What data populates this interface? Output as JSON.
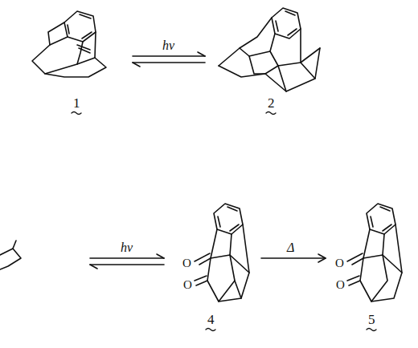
{
  "diagram": {
    "labels": [
      "hν",
      "1",
      "2",
      "hν",
      "O",
      "O",
      "4",
      "Δ",
      "O",
      "O",
      "5"
    ]
  }
}
